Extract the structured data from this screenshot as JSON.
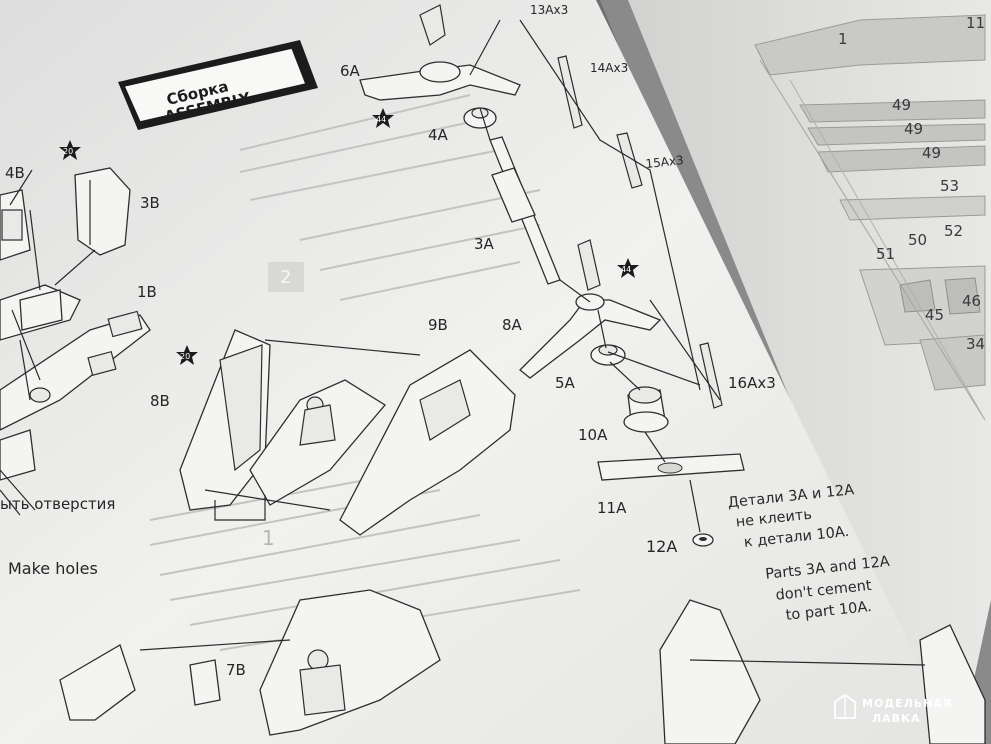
{
  "header": {
    "title_ru": "Сборка",
    "title_en": "ASSEMBLY"
  },
  "step_number": "2",
  "left_callout": {
    "part_4b": "4B",
    "part_3b": "3B",
    "part_1b": "1B",
    "part_8b": "8B",
    "part_9b": "9B",
    "part_7b": "7B",
    "paint_20_a": "20",
    "paint_20_b": "20",
    "marker_1": "1",
    "holes_ru": "ыть отверстия",
    "holes_en": "Make holes"
  },
  "right_callout": {
    "part_6a": "6A",
    "part_13a": "13Ax3",
    "part_14a": "14Ax3",
    "part_4a": "4A",
    "part_15a": "15Ax3",
    "part_3a": "3A",
    "part_8a": "8A",
    "part_5a": "5A",
    "part_16a": "16Ax3",
    "part_10a": "10A",
    "part_11a": "11A",
    "part_12a": "12A",
    "paint_44_a": "44",
    "paint_44_b": "44"
  },
  "note": {
    "ru_line1": "Детали 3A и 12A",
    "ru_line2": "не клеить",
    "ru_line3": "к детали 10A.",
    "en_line1": "Parts 3A and 12A",
    "en_line2": "don't cement",
    "en_line3": "to part 10A."
  },
  "sprue_sheet": {
    "n1": "1",
    "n11": "11",
    "n49a": "49",
    "n49b": "49",
    "n49c": "49",
    "n53": "53",
    "n51": "51",
    "n50": "50",
    "n52": "52",
    "n45": "45",
    "n46": "46",
    "n34": "34"
  },
  "watermark": {
    "line1": "МОДЕЛЬНАЯ",
    "line2": "ЛАВКА"
  },
  "colors": {
    "paper": "#f2f2f0",
    "ink": "#2b2b2b",
    "shadow": "#6f6f6f"
  }
}
